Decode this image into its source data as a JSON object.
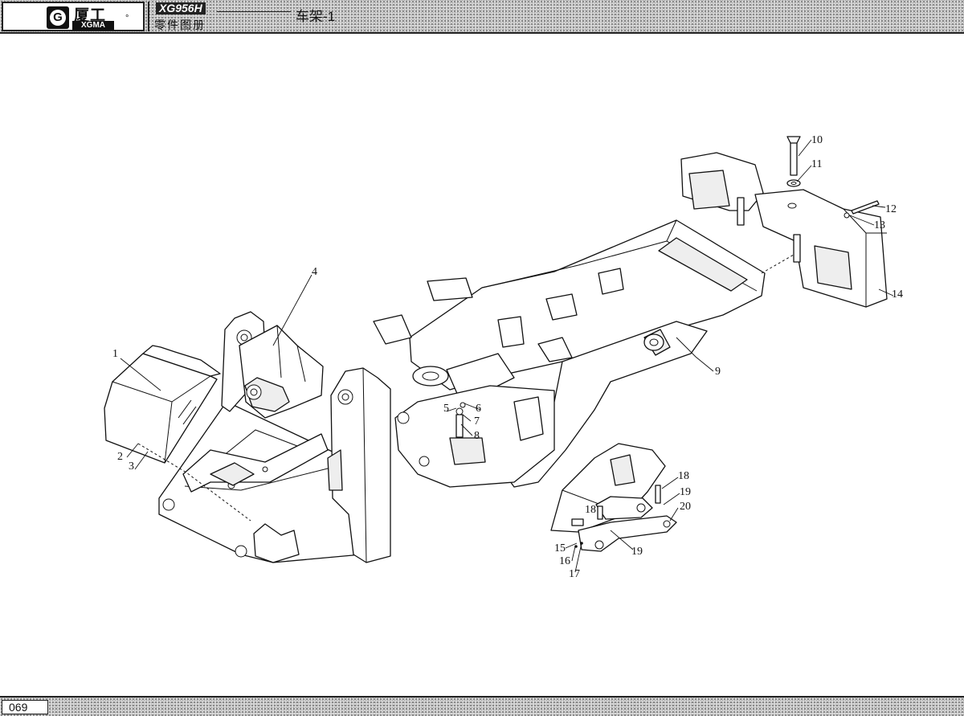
{
  "header": {
    "brand_cn": "厦工",
    "brand_en": "XGMA",
    "logo_letter": "G",
    "model": "XG956H",
    "section_title": "车架-1",
    "catalog_title": "零件图册"
  },
  "footer": {
    "page_number": "069"
  },
  "callouts": {
    "c1": "1",
    "c2": "2",
    "c3": "3",
    "c4": "4",
    "c5": "5",
    "c6": "6",
    "c7": "7",
    "c8": "8",
    "c9": "9",
    "c10": "10",
    "c11": "11",
    "c12": "12",
    "c13": "13",
    "c14": "14",
    "c15": "15",
    "c16": "16",
    "c17": "17",
    "c18a": "18",
    "c18b": "18",
    "c19a": "19",
    "c19b": "19",
    "c20": "20"
  }
}
